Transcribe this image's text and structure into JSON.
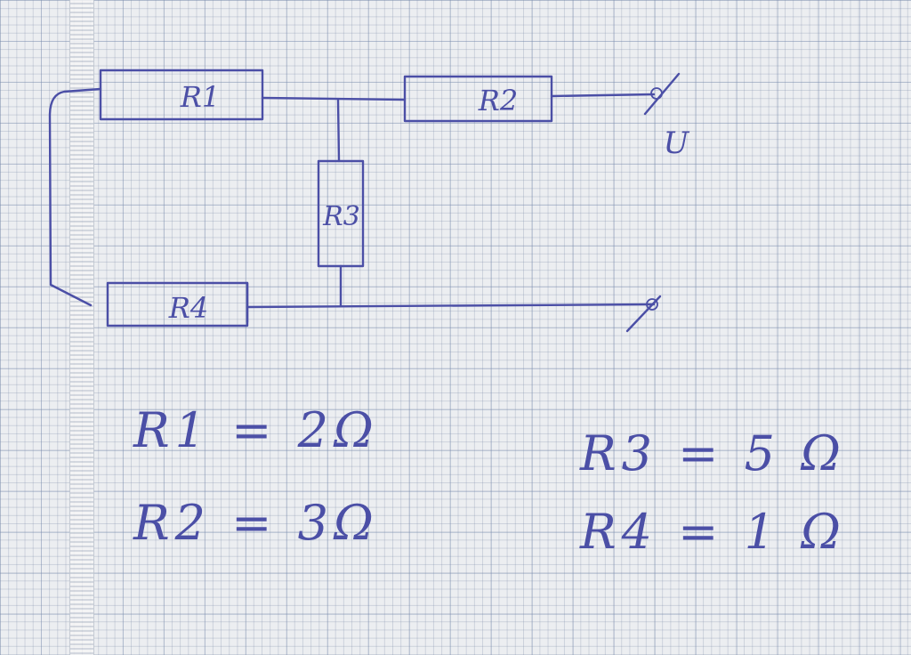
{
  "circuit": {
    "resistors": {
      "r1": "R1",
      "r2": "R2",
      "r3": "R3",
      "r4": "R4"
    },
    "terminal_label": "U"
  },
  "values": [
    {
      "text": "R1 = 2Ω"
    },
    {
      "text": "R2 = 3Ω"
    },
    {
      "text": "R3 = 5 Ω"
    },
    {
      "text": "R4 = 1 Ω"
    }
  ],
  "colors": {
    "ink": "#4b4fa6",
    "paper": "#eceef1",
    "grid": "#8a96b0"
  }
}
